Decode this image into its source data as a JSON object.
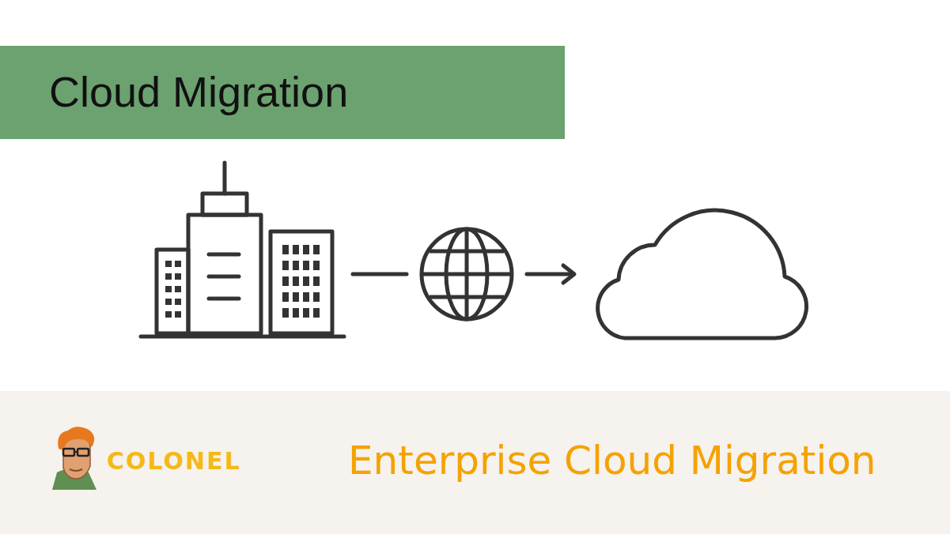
{
  "diagram": {
    "nodes": [
      {
        "text": [
          "Cloud Migration"
        ]
      },
      {
        "text": [
          "COLONEL",
          "Enterprise Cloud Migration"
        ]
      }
    ]
  }
}
